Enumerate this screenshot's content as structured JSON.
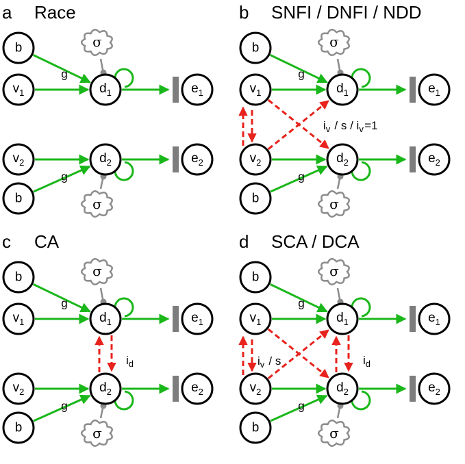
{
  "panels": [
    {
      "letter": "a",
      "title": "Race",
      "variant": "race",
      "inhibition_label_v": "",
      "inhibition_label_d": ""
    },
    {
      "letter": "b",
      "title": "SNFI / DNFI / NDD",
      "variant": "ffi",
      "inhibition_label_v": "i_v / s / i_v=1",
      "inhibition_label_d": ""
    },
    {
      "letter": "c",
      "title": "CA",
      "variant": "ca",
      "inhibition_label_v": "",
      "inhibition_label_d": "i_d"
    },
    {
      "letter": "d",
      "title": "SCA / DCA",
      "variant": "sca",
      "inhibition_label_v": "i_v / s",
      "inhibition_label_d": "i_d"
    }
  ],
  "nodes": {
    "bias": "b",
    "evidence": [
      "v",
      "1",
      "v",
      "2"
    ],
    "decision": [
      "d",
      "1",
      "d",
      "2"
    ],
    "output": [
      "e",
      "1",
      "e",
      "2"
    ],
    "noise": "σ"
  },
  "edge_labels": {
    "gain": "g"
  },
  "colors": {
    "excitatory": "#1ab71a",
    "inhibitory": "#e8221c",
    "noise": "#8c8c8c",
    "threshold": "#7d7d7d"
  }
}
